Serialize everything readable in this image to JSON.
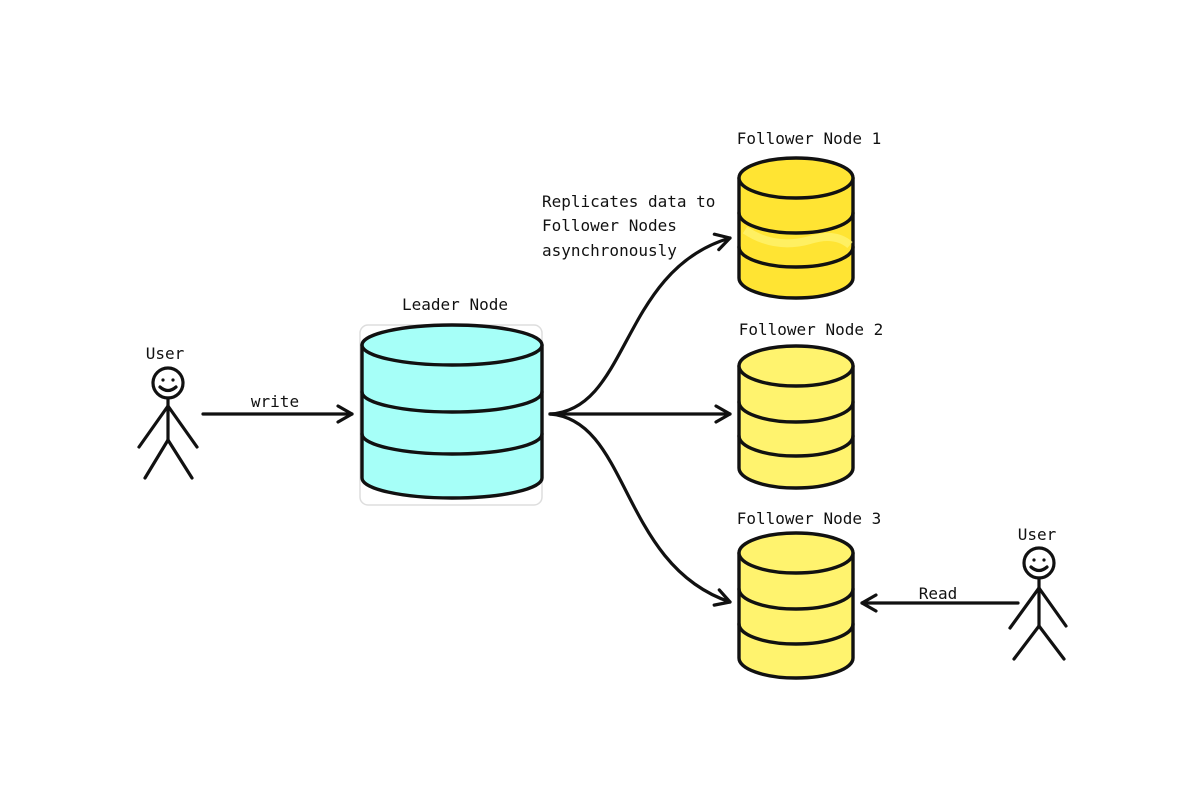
{
  "colors": {
    "leader_fill": "#a6fff8",
    "follower_fill": "#fff36e",
    "follower_1_highlight": "#ffe433",
    "ink": "#111111"
  },
  "actors": {
    "writer": {
      "label": "User",
      "icon": "stick-figure-icon"
    },
    "reader": {
      "label": "User",
      "icon": "stick-figure-icon"
    }
  },
  "nodes": {
    "leader": {
      "label": "Leader Node",
      "icon": "database-cylinder-icon"
    },
    "followers": [
      {
        "label": "Follower Node 1",
        "icon": "database-cylinder-icon"
      },
      {
        "label": "Follower Node 2",
        "icon": "database-cylinder-icon"
      },
      {
        "label": "Follower Node 3",
        "icon": "database-cylinder-icon"
      }
    ]
  },
  "edges": {
    "write": {
      "label": "write"
    },
    "read": {
      "label": "Read"
    },
    "replication_note": [
      "Replicates data to",
      "Follower Nodes",
      "asynchronously"
    ]
  }
}
